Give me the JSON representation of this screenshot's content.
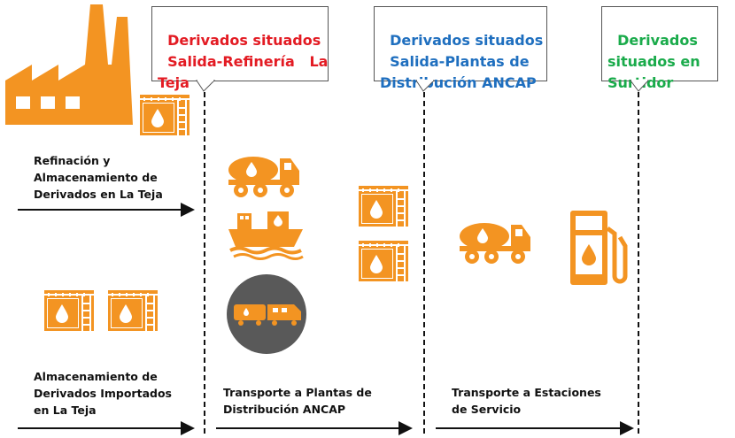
{
  "callouts": {
    "refineria": "Derivados situados\n  Salida-Refinería   La\nTeja",
    "plantas": "Derivados situados\n  Salida-Plantas de\nDistribución ANCAP",
    "surtidor": "Derivados\nsituados en\nSurtidor"
  },
  "labels": {
    "refinacion": "Refinación y\nAlmacenamiento de\nDerivados en La Teja",
    "importados": "Almacenamiento de\nDerivados Importados\nen La Teja",
    "transporte_plantas": "Transporte a Plantas de\nDistribución ANCAP",
    "transporte_estaciones": "Transporte a Estaciones\nde Servicio"
  },
  "colors": {
    "refineria": "#e31b23",
    "plantas": "#1f6fbf",
    "surtidor": "#1aab4b",
    "icon_orange": "#f39422",
    "rail_circle": "#595959"
  },
  "icons": [
    "factory-icon",
    "storage-tank-icon",
    "tanker-truck-icon",
    "ship-icon",
    "train-icon",
    "fuel-pump-icon"
  ]
}
